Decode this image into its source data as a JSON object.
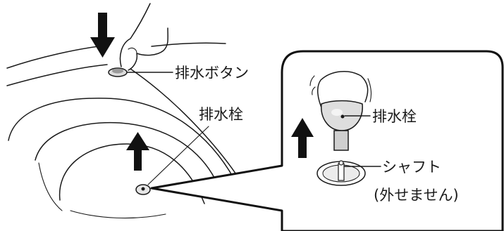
{
  "labels": {
    "drain_button": "排水ボタン",
    "drain_plug_main": "排水栓",
    "drain_plug_detail": "排水栓",
    "shaft": "シャフト",
    "shaft_note": "(外せません)"
  },
  "colors": {
    "ink": "#1a1a1a",
    "arrow": "#111111",
    "background": "#ffffff"
  },
  "icons": {
    "press_arrow": "down-arrow-icon",
    "lift_arrow": "up-arrow-icon"
  }
}
